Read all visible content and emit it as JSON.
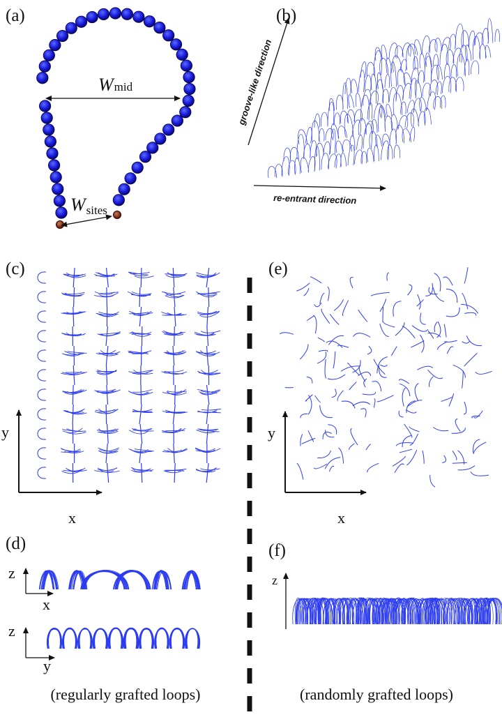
{
  "panels": {
    "a": {
      "label": "(a)",
      "w_mid_main": "W",
      "w_mid_sub": "mid",
      "w_sites_main": "W",
      "w_sites_sub": "sites"
    },
    "b": {
      "label": "(b)",
      "groove_direction": "groove-like direction",
      "reentrant_direction": "re-entrant direction"
    },
    "c": {
      "label": "(c)",
      "axis_y": "y",
      "axis_x": "x"
    },
    "d": {
      "label": "(d)",
      "top_axis_z": "z",
      "top_axis_x": "x",
      "bottom_axis_z": "z",
      "bottom_axis_y": "y",
      "caption": "(regularly grafted loops)"
    },
    "e": {
      "label": "(e)",
      "axis_y": "y",
      "axis_x": "x"
    },
    "f": {
      "label": "(f)",
      "axis_z": "z",
      "caption": "(randomly grafted loops)"
    }
  },
  "colors": {
    "bead": "#1a1adc",
    "anchor": "#8b2a1a",
    "loop_line": "#2c3cf0",
    "text": "#111111"
  }
}
